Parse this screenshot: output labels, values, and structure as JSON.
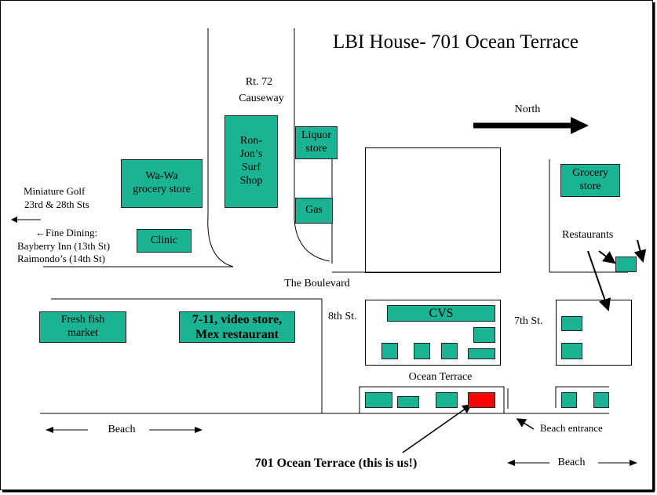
{
  "title": "LBI House- 701 Ocean Terrace",
  "causeway": [
    "Rt.  72",
    "Causeway"
  ],
  "north": "North",
  "miniature_golf": [
    "Miniature Golf",
    "23rd & 28th Sts"
  ],
  "fine_dining": [
    "←Fine Dining:",
    "Bayberry Inn (13th St)",
    "Raimondo’s (14th St)"
  ],
  "places": {
    "wawa": "Wa-Wa\ngrocery store",
    "clinic": "Clinic",
    "ronjons": "Ron-\nJon’s\nSurf\nShop",
    "liquor": "Liquor\nstore",
    "gas": "Gas",
    "grocery": "Grocery\nstore",
    "fish": "Fresh fish\nmarket",
    "seven_eleven": "7-11, video store,\nMex restaurant",
    "cvs": "CVS"
  },
  "restaurants": "Restaurants",
  "boulevard": "The Boulevard",
  "street_8": "8th St.",
  "street_7": "7th St.",
  "ocean_terrace": "Ocean Terrace",
  "beach_left": "Beach",
  "beach_right": "Beach",
  "beach_entrance": "Beach entrance",
  "house_label": "701 Ocean Terrace (this is us!)",
  "colors": {
    "building": "#1ab394",
    "house": "#ff0000",
    "border": "#000000"
  }
}
